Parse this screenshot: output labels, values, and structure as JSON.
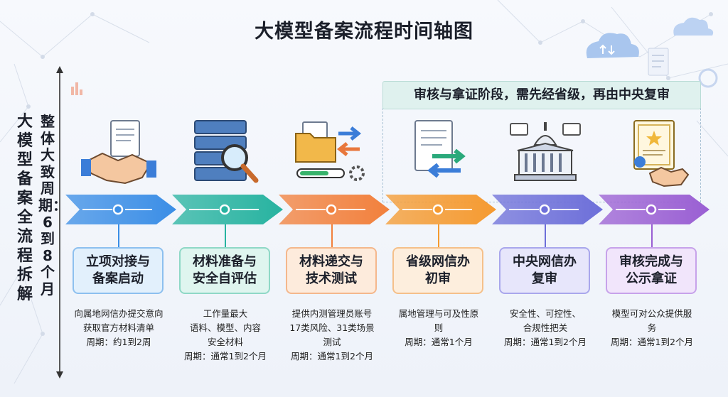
{
  "title": "大模型备案流程时间轴图",
  "vertical_title": "大模型备案全流程拆解",
  "vertical_period": "整体大致周期：6到8个月",
  "banner": "审核与拿证阶段，需先经省级，再由中央复审",
  "colors": {
    "background": "#f3f6fb",
    "teal": "#2aa7a2",
    "blue": "#3c8fd8",
    "orange": "#f18a3c",
    "purple": "#7b5cc8"
  },
  "stages": [
    {
      "label": "立项对接与\n备案启动",
      "icon": "handshake-icon",
      "desc": [
        "向属地网信办提交意向",
        "获取官方材料清单",
        "周期：约1到2周"
      ],
      "color": "#3b8ee6",
      "card_bg": "#e2f0fc",
      "card_border": "#8dc0ef"
    },
    {
      "label": "材料准备与\n安全自评估",
      "icon": "server-search-icon",
      "desc": [
        "工作量最大",
        "语料、模型、内容",
        "安全材料",
        "周期：通常1到2个月"
      ],
      "color": "#27b3a0",
      "card_bg": "#dff5ef",
      "card_border": "#8fd8c6"
    },
    {
      "label": "材料递交与\n技术测试",
      "icon": "folder-transfer-icon",
      "desc": [
        "提供内测管理员账号",
        "17类风险、31类场景",
        "测试",
        "周期：通常1到2个月"
      ],
      "color": "#f2803c",
      "card_bg": "#fdebdc",
      "card_border": "#f4b78c"
    },
    {
      "label": "省级网信办\n初审",
      "icon": "document-exchange-icon",
      "desc": [
        "属地管理与可及性原",
        "则",
        "周期：通常1个月"
      ],
      "color": "#f59a30",
      "card_bg": "#fdeedd",
      "card_border": "#f5c08a"
    },
    {
      "label": "中央网信办\n复审",
      "icon": "capitol-building-icon",
      "desc": [
        "安全性、可控性、",
        "合规性把关",
        "周期：通常1到2个月"
      ],
      "color": "#6d6fd9",
      "card_bg": "#e7e6fb",
      "card_border": "#a9a7ec"
    },
    {
      "label": "审核完成与\n公示拿证",
      "icon": "certificate-handshake-icon",
      "desc": [
        "模型可对公众提供服",
        "务",
        "周期：通常1到2个月"
      ],
      "color": "#9a5fd3",
      "card_bg": "#f1e5fb",
      "card_border": "#c7a2ea"
    }
  ]
}
